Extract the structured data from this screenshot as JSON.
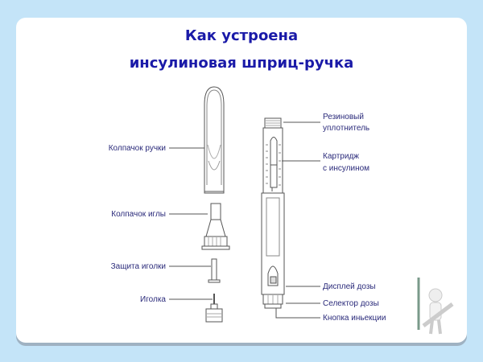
{
  "title": {
    "line1": "Как устроена",
    "line2": "инсулиновая шприц-ручка"
  },
  "labels_left": {
    "pen_cap": "Колпачок ручки",
    "needle_cap": "Колпачок иглы",
    "needle_guard": "Защита иголки",
    "needle": "Иголка"
  },
  "labels_right": {
    "rubber_seal_1": "Резиновый",
    "rubber_seal_2": "уплотнитель",
    "cartridge_1": "Картридж",
    "cartridge_2": "с инсулином",
    "dose_display": "Дисплей дозы",
    "dose_selector": "Селектор дозы",
    "injection_button": "Кнопка иньекции"
  },
  "colors": {
    "background": "#c4e4f8",
    "title": "#1a1aa8",
    "label": "#2a2a7a",
    "line": "#555555"
  }
}
